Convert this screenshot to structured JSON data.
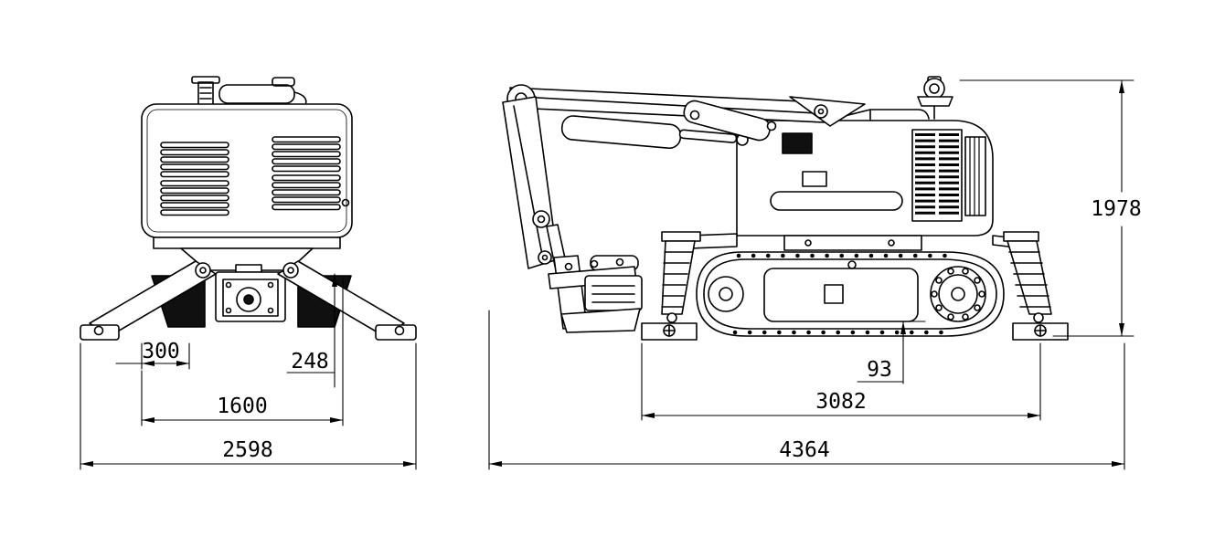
{
  "colors": {
    "ink": "#000000",
    "paper": "#ffffff"
  },
  "front_view": {
    "dims": {
      "center_offset": "300",
      "pad_height": "248",
      "inner_width": "1600",
      "overall_width": "2598"
    }
  },
  "side_view": {
    "dims": {
      "ground_clearance": "93",
      "track_length": "3082",
      "overall_length": "4364",
      "overall_height": "1978"
    }
  }
}
